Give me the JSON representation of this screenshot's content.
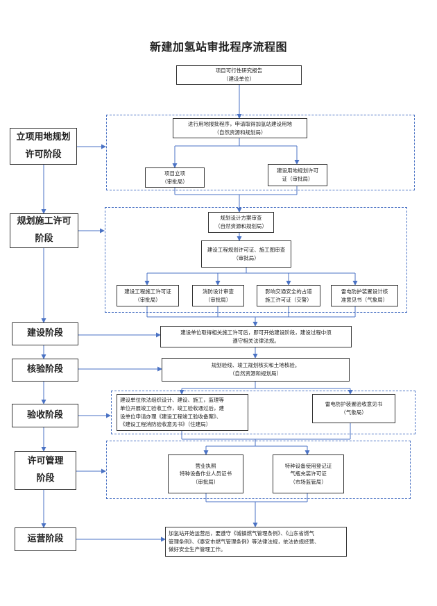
{
  "title": "新建加氢站审批程序流程图",
  "stages": [
    "立项用地规划\n许可阶段",
    "规划施工许可\n阶段",
    "建设阶段",
    "核验阶段",
    "验收阶段",
    "许可管理\n阶段",
    "运营阶段"
  ],
  "boxes": {
    "feasibility": "项目可行性研究报告\n（建设单位）",
    "land_approval": "进行用地报批程序，申请取得加氢站建设用地\n（自然资源和规划局）",
    "project_approval": "项目立项\n（审批局）",
    "land_permit": "建设用地规划许可\n证（审批局）",
    "design_review": "规划设计方案审查\n（自然资源和规划局）",
    "planning_permit": "建设工程规划许可证、施工图审查\n（审批局）",
    "construction_permit": "建设工程施工许可证\n（审批局）",
    "fire_review": "消防设计审查\n（审批局）",
    "traffic_permit": "影响交通安全的占道\n施工许可证（交警）",
    "lightning_design": "雷电防护装置设计核\n准意见书（气象局）",
    "construction": "建设单位取得相关施工许可后，即可开始建设阶段，建设过程中须\n遵守相关法律法规。",
    "verification": "规划验线、竣工规划核实和土地核验。\n（自然资源和规划局）",
    "acceptance": "建设单位依法组织设计、建设、施工，监理等\n单位开展竣工验收工作，竣工验收通过后，建\n设单位申请办理《建设工程竣工验收备案》、\n《建设工程消防验收意见书》（住建局）",
    "lightning_acceptance": "雷电防护装置验收意见书\n（气象局）",
    "business_license": "营业执照\n特种设备作业人员证书\n（审批局）",
    "equipment_license": "特种设备使用登记证\n气瓶充装许可证\n（市场监管局）",
    "operation": "加氢站开始运营后，要遵守《城镇燃气管理条例》、《山东省燃气\n管理条例》、《泰安市燃气管理条例》等法律法规，依法依规经营、\n做好安全生产管理工作。"
  },
  "colors": {
    "arrow": "#4a72c4",
    "box_border": "#333333",
    "group_border": "#4a72c4"
  }
}
